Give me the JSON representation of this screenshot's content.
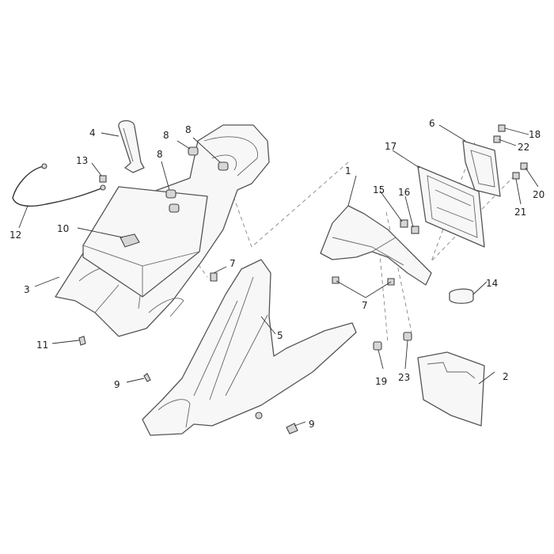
{
  "callouts": {
    "c1": "1",
    "c2": "2",
    "c3": "3",
    "c4": "4",
    "c5": "5",
    "c6": "6",
    "c7a": "7",
    "c7b": "7",
    "c8a": "8",
    "c8b": "8",
    "c8c": "8",
    "c9a": "9",
    "c9b": "9",
    "c10": "10",
    "c11": "11",
    "c12": "12",
    "c13": "13",
    "c14": "14",
    "c15": "15",
    "c16": "16",
    "c17": "17",
    "c18": "18",
    "c19": "19",
    "c20": "20",
    "c21": "21",
    "c22": "22",
    "c23": "23"
  }
}
